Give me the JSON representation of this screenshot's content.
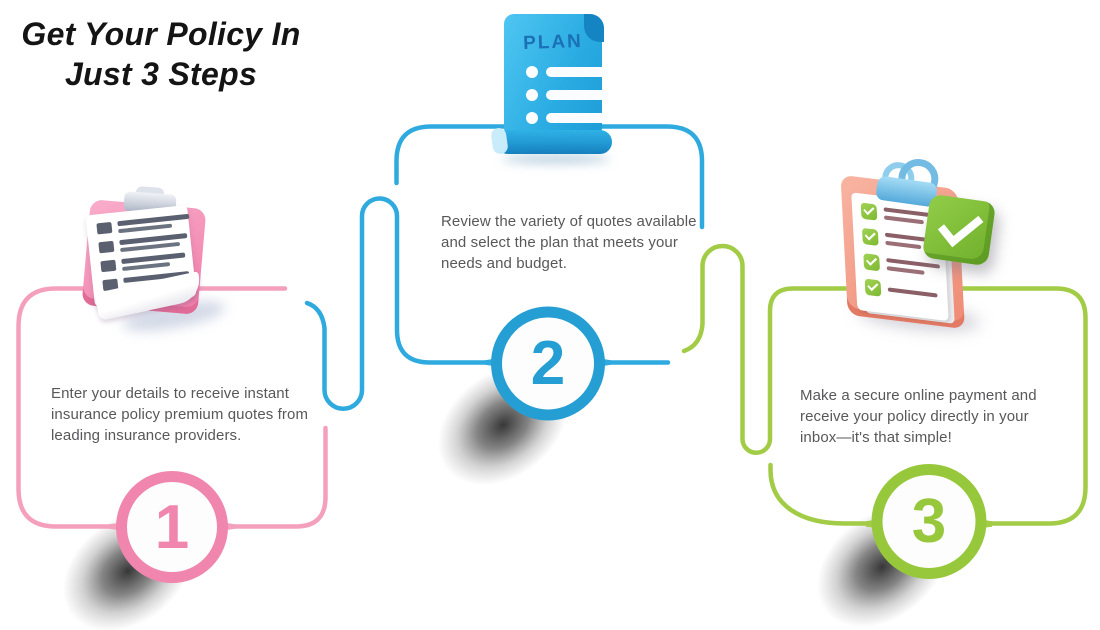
{
  "title": {
    "line1": "Get Your Policy In",
    "line2": "Just 3 Steps"
  },
  "steps": [
    {
      "number": "1",
      "accent": "#F086AD",
      "icon": "clipboard-list-icon",
      "lines": [
        "Enter your details to receive instant",
        "insurance policy premium quotes from",
        "leading insurance providers."
      ]
    },
    {
      "number": "2",
      "accent": "#259FD3",
      "icon": "plan-scroll-icon",
      "icon_text": "PLAN",
      "lines": [
        "Review the variety of quotes available",
        "and select the plan that meets your",
        "needs and budget."
      ]
    },
    {
      "number": "3",
      "accent": "#97C83C",
      "icon": "checklist-clipboard-icon",
      "lines": [
        "Make a secure online payment and",
        "receive your policy directly in your",
        "inbox—it's that simple!"
      ]
    }
  ],
  "colors": {
    "pink_line": "#F4A0BD",
    "pink_ring": "#F086AD",
    "blue_line": "#2FAADF",
    "blue_ring": "#259FD3",
    "green_line": "#A2CC45",
    "green_ring": "#97C83C",
    "body_text": "#58585A",
    "title_text": "#141414"
  }
}
